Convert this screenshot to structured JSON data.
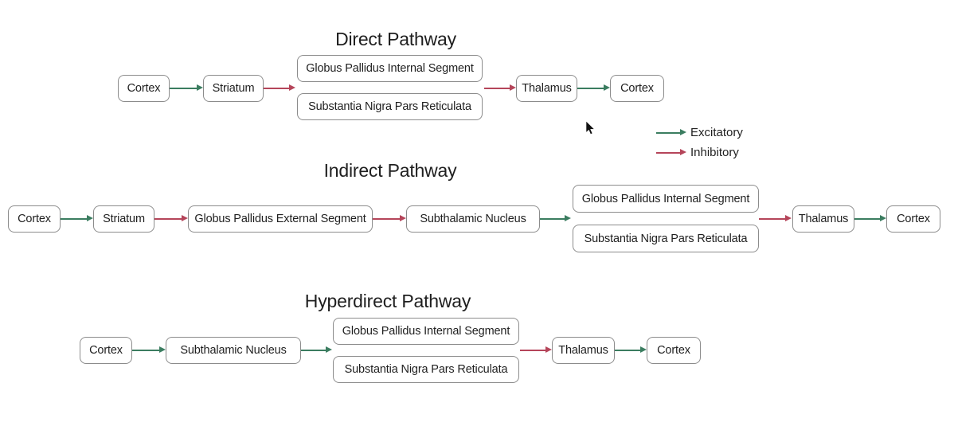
{
  "diagram": {
    "colors": {
      "excitatory": "#3B7D60",
      "inhibitory": "#B5455A",
      "box_border": "#8C8C8C",
      "ink": "#1F1F1F",
      "bg": "#FFFFFF"
    },
    "legend": {
      "excitatory_label": "Excitatory",
      "inhibitory_label": "Inhibitory"
    },
    "pathways": [
      {
        "title": "Direct Pathway",
        "nodes": [
          {
            "label": "Cortex"
          },
          {
            "label": "Striatum"
          },
          {
            "label": "Globus Pallidus Internal Segment"
          },
          {
            "label": "Substantia Nigra Pars Reticulata"
          },
          {
            "label": "Thalamus"
          },
          {
            "label": "Cortex"
          }
        ],
        "edges": [
          {
            "from": "Cortex",
            "to": "Striatum",
            "type": "excitatory"
          },
          {
            "from": "Striatum",
            "to": "Globus Pallidus Internal Segment / Substantia Nigra Pars Reticulata",
            "type": "inhibitory"
          },
          {
            "from": "Globus Pallidus Internal Segment / Substantia Nigra Pars Reticulata",
            "to": "Thalamus",
            "type": "inhibitory"
          },
          {
            "from": "Thalamus",
            "to": "Cortex",
            "type": "excitatory"
          }
        ]
      },
      {
        "title": "Indirect Pathway",
        "nodes": [
          {
            "label": "Cortex"
          },
          {
            "label": "Striatum"
          },
          {
            "label": "Globus Pallidus External Segment"
          },
          {
            "label": "Subthalamic Nucleus"
          },
          {
            "label": "Globus Pallidus Internal Segment"
          },
          {
            "label": "Substantia Nigra Pars Reticulata"
          },
          {
            "label": "Thalamus"
          },
          {
            "label": "Cortex"
          }
        ],
        "edges": [
          {
            "from": "Cortex",
            "to": "Striatum",
            "type": "excitatory"
          },
          {
            "from": "Striatum",
            "to": "Globus Pallidus External Segment",
            "type": "inhibitory"
          },
          {
            "from": "Globus Pallidus External Segment",
            "to": "Subthalamic Nucleus",
            "type": "inhibitory"
          },
          {
            "from": "Subthalamic Nucleus",
            "to": "Globus Pallidus Internal Segment / Substantia Nigra Pars Reticulata",
            "type": "excitatory"
          },
          {
            "from": "Globus Pallidus Internal Segment / Substantia Nigra Pars Reticulata",
            "to": "Thalamus",
            "type": "inhibitory"
          },
          {
            "from": "Thalamus",
            "to": "Cortex",
            "type": "excitatory"
          }
        ]
      },
      {
        "title": "Hyperdirect Pathway",
        "nodes": [
          {
            "label": "Cortex"
          },
          {
            "label": "Subthalamic Nucleus"
          },
          {
            "label": "Globus Pallidus Internal Segment"
          },
          {
            "label": "Substantia Nigra Pars Reticulata"
          },
          {
            "label": "Thalamus"
          },
          {
            "label": "Cortex"
          }
        ],
        "edges": [
          {
            "from": "Cortex",
            "to": "Subthalamic Nucleus",
            "type": "excitatory"
          },
          {
            "from": "Subthalamic Nucleus",
            "to": "Globus Pallidus Internal Segment / Substantia Nigra Pars Reticulata",
            "type": "excitatory"
          },
          {
            "from": "Globus Pallidus Internal Segment / Substantia Nigra Pars Reticulata",
            "to": "Thalamus",
            "type": "inhibitory"
          },
          {
            "from": "Thalamus",
            "to": "Cortex",
            "type": "excitatory"
          }
        ]
      }
    ]
  }
}
